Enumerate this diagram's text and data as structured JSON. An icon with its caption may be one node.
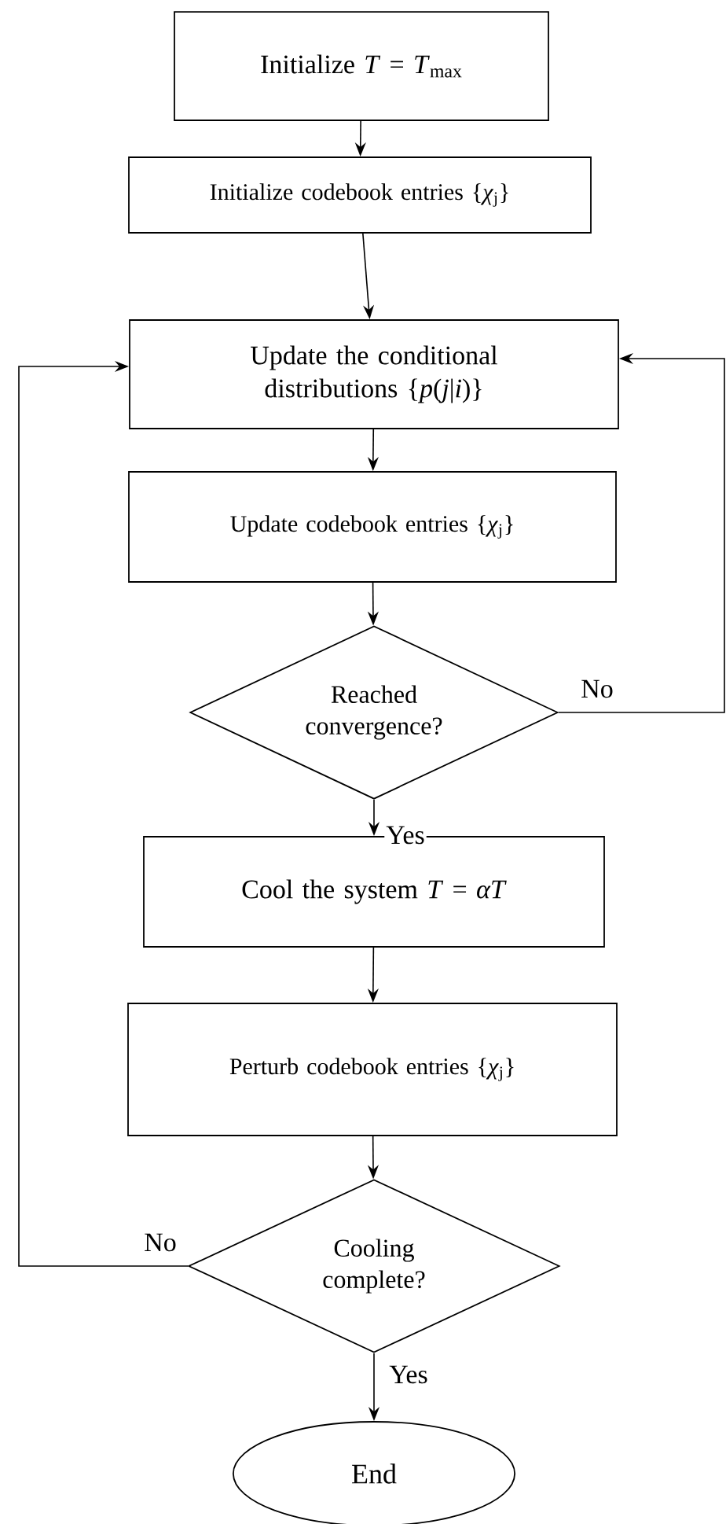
{
  "diagram": {
    "nodes": [
      {
        "text": [
          "Initialize *T* = *T*$_{max}$"
        ]
      },
      {
        "text": [
          "Initialize codebook entries {*χ*$_{j}$}"
        ]
      },
      {
        "text": [
          "Update the conditional distributions {*p*(*j*|*i*)}"
        ]
      },
      {
        "text": [
          "Update codebook entries {*χ*$_{j}$}"
        ]
      },
      {
        "text": [
          "Reached convergence?"
        ]
      },
      {
        "text": [
          "Cool the system *T* = *αT*"
        ]
      },
      {
        "text": [
          "Perturb codebook entries {*χ*$_{j}$}"
        ]
      },
      {
        "text": [
          "Cooling complete?"
        ]
      },
      {
        "text": [
          "End"
        ]
      }
    ],
    "edges": [
      {
        "from": 0,
        "to": 1,
        "arrow": "to"
      },
      {
        "from": 1,
        "to": 2,
        "arrow": "to"
      },
      {
        "from": 2,
        "to": 3,
        "arrow": "to"
      },
      {
        "from": 3,
        "to": 4,
        "arrow": "to"
      },
      {
        "from": 4,
        "to": 2,
        "arrow": "to",
        "label": "No"
      },
      {
        "from": 4,
        "to": 5,
        "arrow": "to",
        "label": "Yes"
      },
      {
        "from": 5,
        "to": 6,
        "arrow": "to"
      },
      {
        "from": 6,
        "to": 7,
        "arrow": "to"
      },
      {
        "from": 7,
        "to": 2,
        "arrow": "to",
        "label": "No"
      },
      {
        "from": 7,
        "to": 8,
        "arrow": "to",
        "label": "Yes"
      }
    ]
  }
}
